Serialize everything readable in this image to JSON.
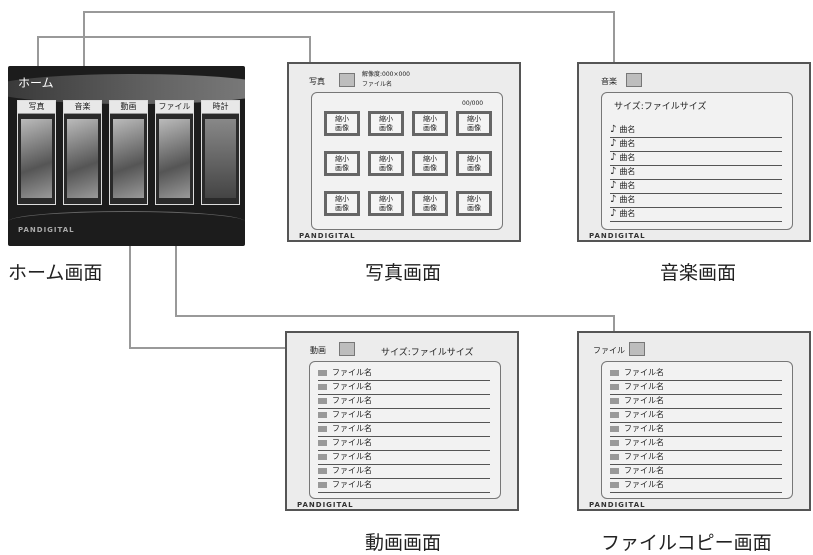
{
  "home": {
    "title": "ホーム",
    "tiles": [
      "写真",
      "音楽",
      "動画",
      "ファイル",
      "時計"
    ],
    "logo": "PANDIGITAL",
    "caption": "ホーム画面"
  },
  "photo": {
    "header_label": "写真",
    "resolution": "解像度:000×000",
    "filename": "ファイル名",
    "counter": "00/000",
    "thumb_label": "縮小画像",
    "logo": "PANDIGITAL",
    "caption": "写真画面"
  },
  "music": {
    "header_label": "音楽",
    "size_label": "サイズ:ファイルサイズ",
    "note_icon": "♪",
    "song_label": "曲名",
    "logo": "PANDIGITAL",
    "caption": "音楽画面"
  },
  "video": {
    "header_label": "動画",
    "size_label": "サイズ:ファイルサイズ",
    "file_label": "ファイル名",
    "logo": "PANDIGITAL",
    "caption": "動画画面"
  },
  "filecopy": {
    "header_label": "ファイル",
    "file_label": "ファイル名",
    "logo": "PANDIGITAL",
    "caption": "ファイルコピー画面"
  }
}
